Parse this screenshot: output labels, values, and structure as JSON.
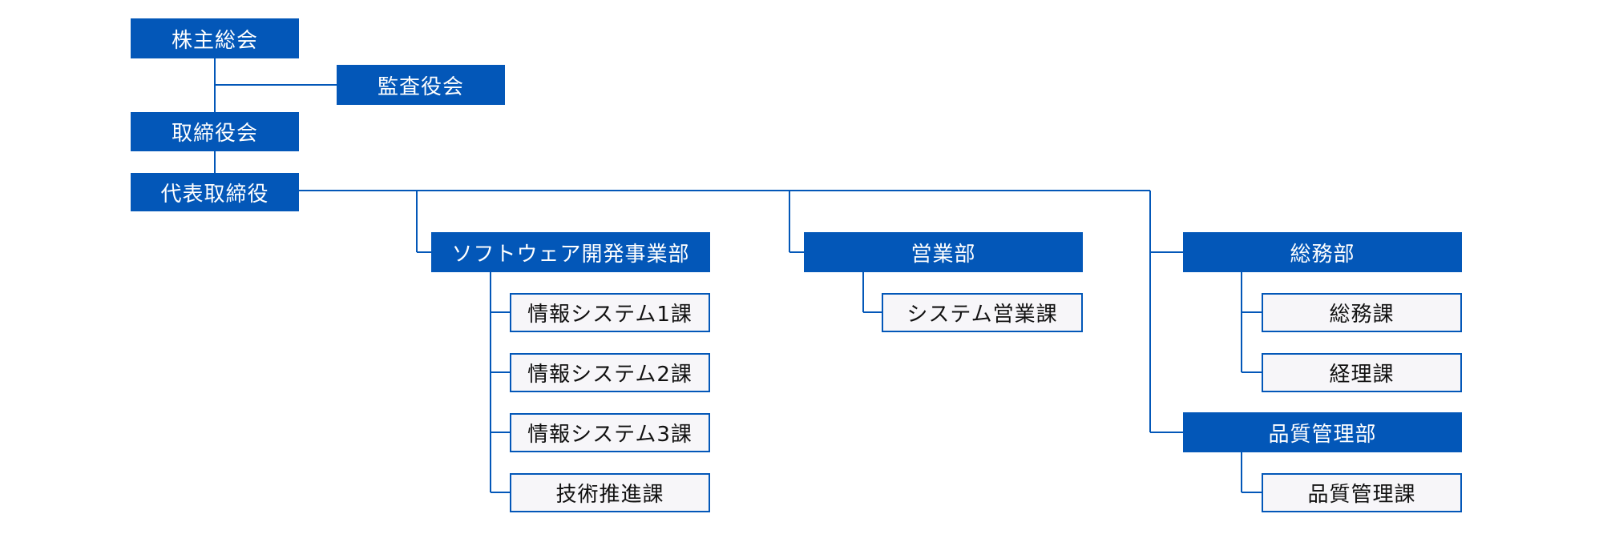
{
  "colors": {
    "primary": "#0357b8",
    "secondary_fill": "#f7f6f9",
    "line": "#0357b8"
  },
  "org": {
    "shareholders_meeting": "株主総会",
    "auditors": "監査役会",
    "board": "取締役会",
    "ceo": "代表取締役",
    "software_division": {
      "label": "ソフトウェア開発事業部",
      "sections": [
        "情報システム1課",
        "情報システム2課",
        "情報システム3課",
        "技術推進課"
      ]
    },
    "sales_division": {
      "label": "営業部",
      "sections": [
        "システム営業課"
      ]
    },
    "general_affairs_division": {
      "label": "総務部",
      "sections": [
        "総務課",
        "経理課"
      ]
    },
    "quality_division": {
      "label": "品質管理部",
      "sections": [
        "品質管理課"
      ]
    }
  }
}
